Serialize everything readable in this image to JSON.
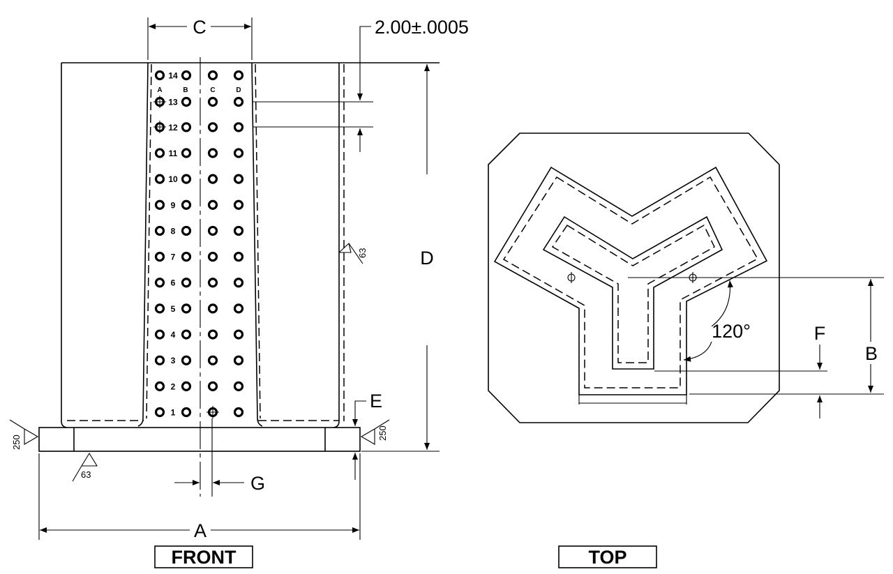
{
  "views": {
    "front_title": "FRONT",
    "top_title": "TOP"
  },
  "dimensions": {
    "A": "A",
    "B": "B",
    "C": "C",
    "D": "D",
    "E": "E",
    "F": "F",
    "G": "G",
    "hole_spacing": "2.00±.0005",
    "angle": "120°"
  },
  "surface_finish": {
    "side": "63",
    "base_bottom": "63",
    "base_left": "250",
    "base_right": "250"
  },
  "hole_grid": {
    "columns": [
      "A",
      "B",
      "C",
      "D"
    ],
    "rows": [
      "14",
      "13",
      "12",
      "11",
      "10",
      "9",
      "8",
      "7",
      "6",
      "5",
      "4",
      "3",
      "2",
      "1"
    ]
  }
}
